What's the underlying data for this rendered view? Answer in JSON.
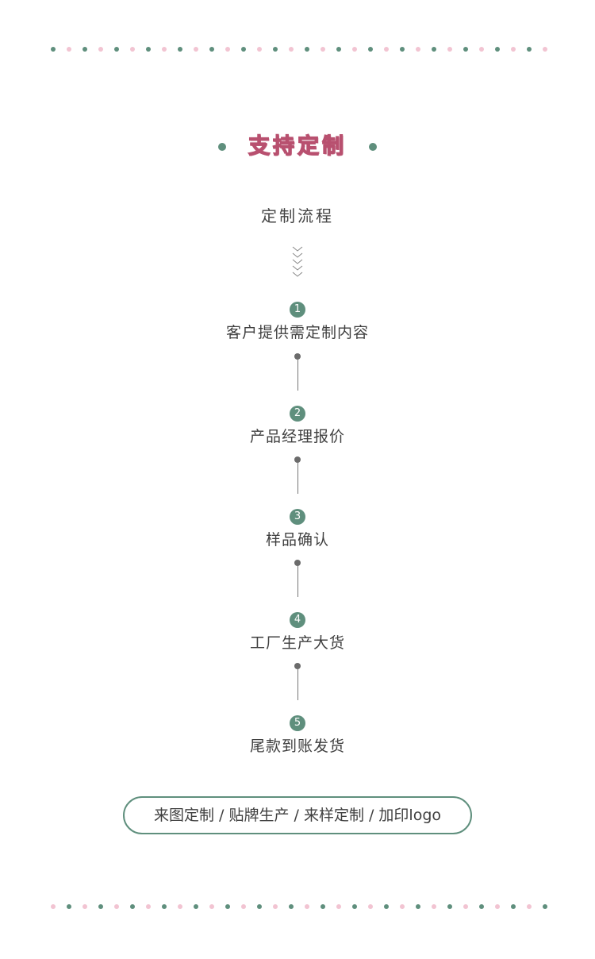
{
  "colors": {
    "green": "#5f8f7d",
    "pink": "#f2c4d2",
    "title_stroke": "#b8506f"
  },
  "heading": {
    "title": "支持定制"
  },
  "subtitle": "定制流程",
  "steps": [
    {
      "number": "1",
      "label": "客户提供需定制内容"
    },
    {
      "number": "2",
      "label": "产品经理报价"
    },
    {
      "number": "3",
      "label": "样品确认"
    },
    {
      "number": "4",
      "label": "工厂生产大货"
    },
    {
      "number": "5",
      "label": "尾款到账发货"
    }
  ],
  "services": "来图定制 / 贴牌生产 / 来样定制 / 加印logo"
}
